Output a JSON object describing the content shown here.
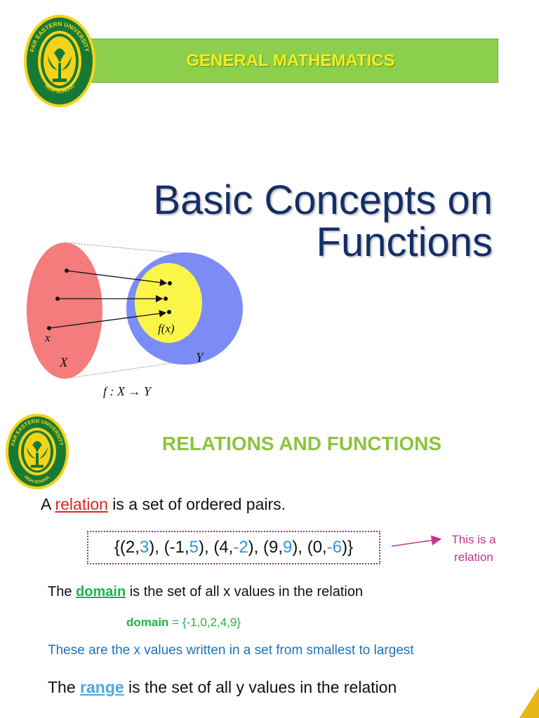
{
  "slide1": {
    "banner": "GENERAL MATHEMATICS",
    "title_line1": "Basic Concepts on",
    "title_line2": "Functions",
    "logo_ring_text": "FAR EASTERN UNIVERSITY",
    "logo_bottom_text": "HIGH SCHOOL",
    "diagram": {
      "x_small": "x",
      "x_set": "X",
      "fx_label": "f(x)",
      "y_set": "Y",
      "mapping": "f : X → Y"
    }
  },
  "slide2": {
    "heading": "RELATIONS AND FUNCTIONS",
    "relation_line": {
      "before": "A ",
      "term": "relation",
      "after": " is a set of ordered pairs."
    },
    "relation_set": {
      "open": "{",
      "close": "}",
      "pairs": [
        {
          "x": "2",
          "y": "3"
        },
        {
          "x": "-1",
          "y": "5"
        },
        {
          "x": "4",
          "y": "-2"
        },
        {
          "x": "9",
          "y": "9"
        },
        {
          "x": "0",
          "y": "-6"
        }
      ]
    },
    "note": "This is a relation",
    "domain_line": {
      "before": "The ",
      "term": "domain",
      "after": " is the set of all x values in the relation"
    },
    "domain_value": {
      "label": "domain",
      "value": " = {-1,0,2,4,9}"
    },
    "explanation": "These are the x values written in a set from smallest to largest",
    "range_line": {
      "before": "The ",
      "term": "range",
      "after": " is the set of all y values in the relation"
    }
  },
  "colors": {
    "banner_bg": "#8ccf4c",
    "banner_text": "#f2ef1a",
    "title": "#132f66",
    "heading": "#8cc43c",
    "relation": "#e0241f",
    "y_values": "#2a97d8",
    "note": "#c23592",
    "domain": "#22b24a",
    "explanation": "#1f73b8",
    "range": "#4aa8e0",
    "set_x": "#f47c7c",
    "set_y": "#7b8cf7",
    "codomain_inner": "#fbf54a"
  }
}
